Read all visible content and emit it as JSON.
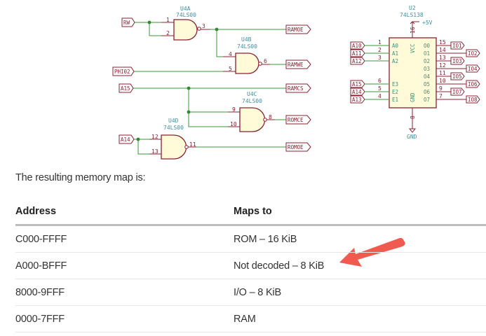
{
  "schematic": {
    "nand_gates": [
      {
        "ref": "U4A",
        "part": "74LS00",
        "pins": [
          "1",
          "2",
          "3"
        ]
      },
      {
        "ref": "U4B",
        "part": "74LS00",
        "pins": [
          "4",
          "5",
          "6"
        ]
      },
      {
        "ref": "U4C",
        "part": "74LS00",
        "pins": [
          "9",
          "10",
          "8"
        ]
      },
      {
        "ref": "U4D",
        "part": "74LS00",
        "pins": [
          "12",
          "13",
          "11"
        ]
      }
    ],
    "input_ports": {
      "rw": "RW",
      "phi02": "PHI02",
      "a15": "A15",
      "a14": "A14"
    },
    "output_ports": {
      "ramoe": "RAMOE",
      "ramwe": "RAMWE",
      "ramcs": "RAMCS",
      "romce": "ROMCE",
      "romoe": "ROMOE"
    },
    "decoder": {
      "ref": "U2",
      "part": "74LS138",
      "power": "+5V",
      "ground": "GND",
      "vcc_label": "VCC",
      "gnd_label": "GND",
      "vcc_pin": "16",
      "gnd_pin": "8",
      "inputs": [
        {
          "port": "A10",
          "pin": "1",
          "name": "A0"
        },
        {
          "port": "A11",
          "pin": "2",
          "name": "A1"
        },
        {
          "port": "A12",
          "pin": "3",
          "name": "A2"
        },
        {
          "port": "A15",
          "pin": "6",
          "name": "E3"
        },
        {
          "port": "A14",
          "pin": "5",
          "name": "E2"
        },
        {
          "port": "A13",
          "pin": "4",
          "name": "E1"
        }
      ],
      "outputs": [
        {
          "name": "O0",
          "pin": "15",
          "port": "IO1"
        },
        {
          "name": "O1",
          "pin": "14",
          "port": "IO2"
        },
        {
          "name": "O2",
          "pin": "13",
          "port": "IO3"
        },
        {
          "name": "O3",
          "pin": "12",
          "port": "IO4"
        },
        {
          "name": "O4",
          "pin": "11",
          "port": "IO5"
        },
        {
          "name": "O5",
          "pin": "10",
          "port": "IO6"
        },
        {
          "name": "O6",
          "pin": "9",
          "port": "IO7"
        },
        {
          "name": "O7",
          "pin": "7",
          "port": "IO8"
        }
      ]
    }
  },
  "intro_text": "The resulting memory map is:",
  "memory_map": {
    "headers": [
      "Address",
      "Maps to"
    ],
    "rows": [
      [
        "C000-FFFF",
        "ROM – 16 KiB"
      ],
      [
        "A000-BFFF",
        "Not decoded – 8 KiB"
      ],
      [
        "8000-9FFF",
        "I/O – 8 KiB"
      ],
      [
        "0000-7FFF",
        "RAM"
      ]
    ]
  },
  "annotation": {
    "type": "arrow",
    "color": "#f05a4f",
    "points_to": "Not decoded – 8 KiB"
  }
}
